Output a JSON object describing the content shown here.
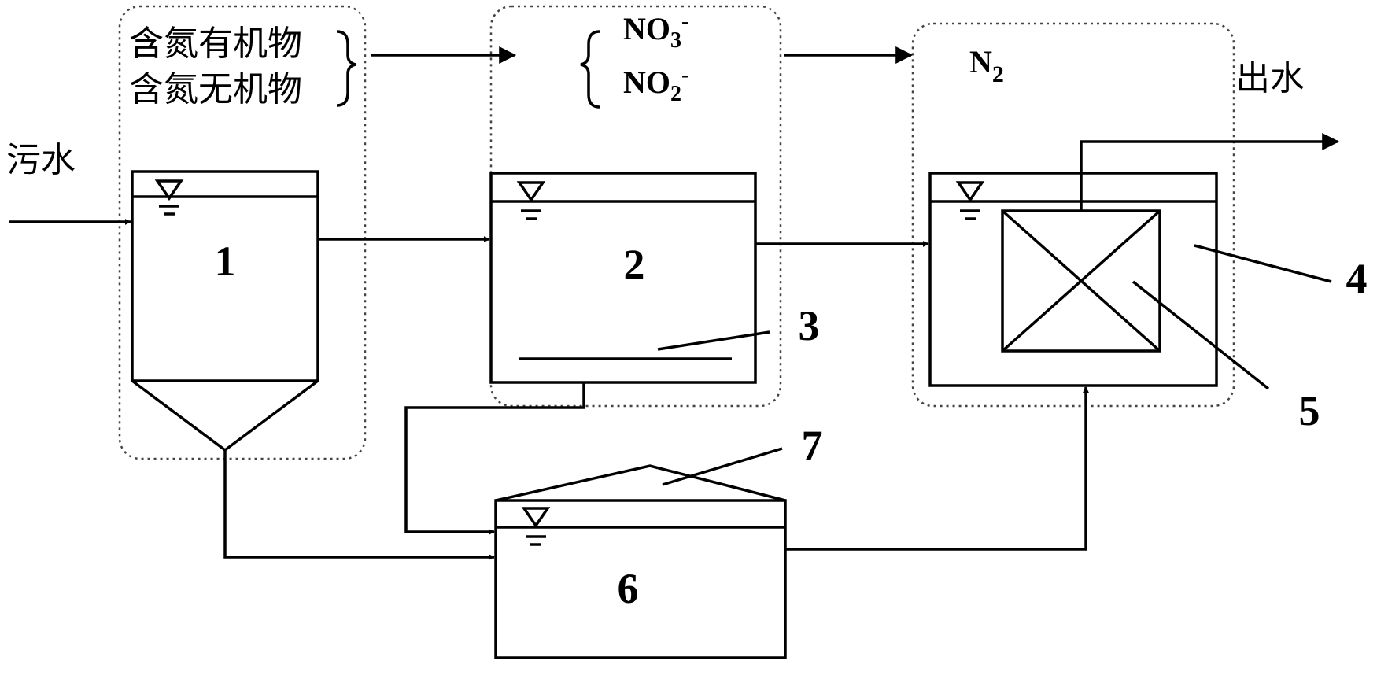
{
  "labels": {
    "influent": "污水",
    "effluent": "出水",
    "organic_n": "含氮有机物",
    "inorganic_n": "含氮无机物",
    "nitrate": {
      "base": "NO",
      "sub": "3",
      "sup": "-"
    },
    "nitrite": {
      "base": "NO",
      "sub": "2",
      "sup": "-"
    },
    "nitrogen_gas": {
      "base": "N",
      "sub": "2"
    }
  },
  "units": [
    "1",
    "2",
    "3",
    "4",
    "5",
    "6",
    "7"
  ]
}
